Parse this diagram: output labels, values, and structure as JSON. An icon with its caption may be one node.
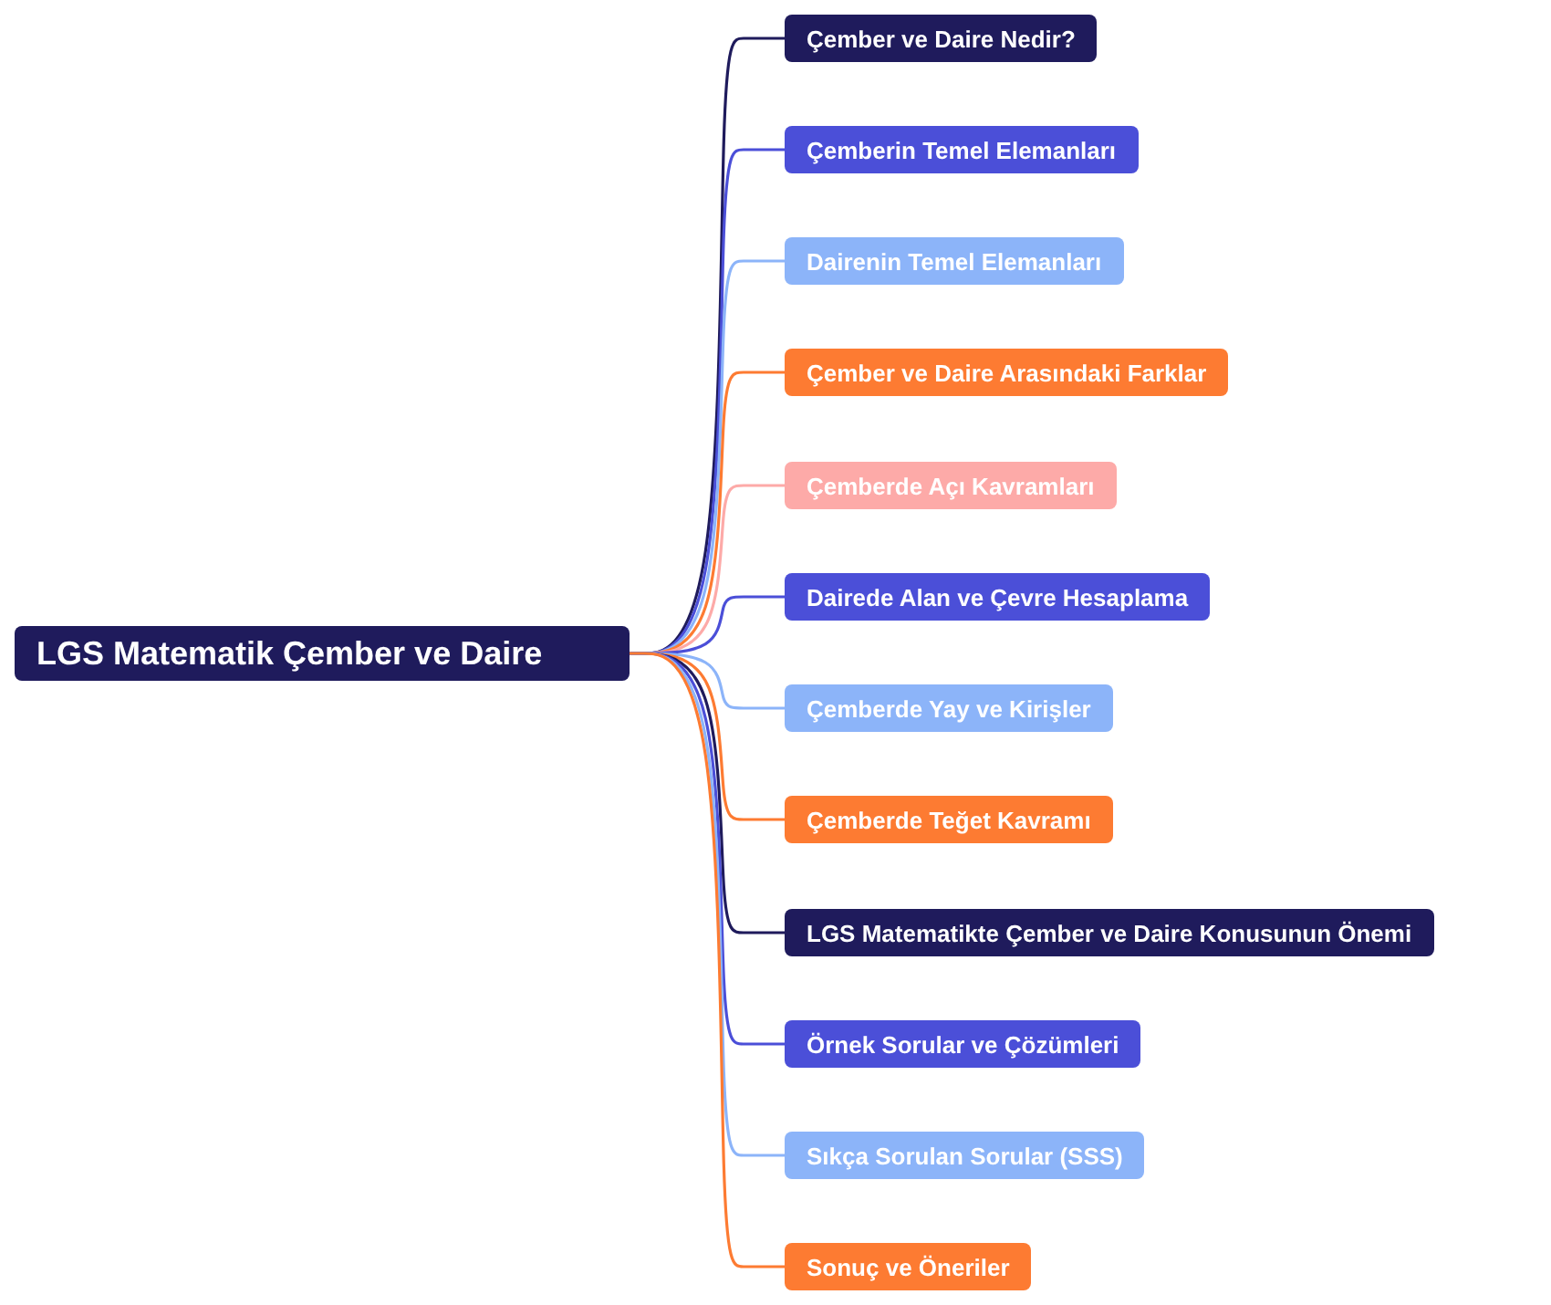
{
  "diagram": {
    "nodes": [
      {
        "text": [
          "LGS Matematik Çember ve Daire"
        ]
      },
      {
        "text": [
          "Çember ve Daire Nedir?"
        ]
      },
      {
        "text": [
          "Çemberin Temel Elemanları"
        ]
      },
      {
        "text": [
          "Dairenin Temel Elemanları"
        ]
      },
      {
        "text": [
          "Çember ve Daire Arasındaki Farklar"
        ]
      },
      {
        "text": [
          "Çemberde Açı Kavramları"
        ]
      },
      {
        "text": [
          "Dairede Alan ve Çevre Hesaplama"
        ]
      },
      {
        "text": [
          "Çemberde Yay ve Kirişler"
        ]
      },
      {
        "text": [
          "Çemberde Teğet Kavramı"
        ]
      },
      {
        "text": [
          "LGS Matematikte Çember ve Daire Konusunun Önemi"
        ]
      },
      {
        "text": [
          "Örnek Sorular ve Çözümleri"
        ]
      },
      {
        "text": [
          "Sıkça Sorulan Sorular (SSS)"
        ]
      },
      {
        "text": [
          "Sonuç ve Öneriler"
        ]
      }
    ],
    "edges": [
      {
        "from": 0,
        "to": 1,
        "arrow": "none",
        "color": "#1f1b5c"
      },
      {
        "from": 0,
        "to": 2,
        "arrow": "none",
        "color": "#4b4fd8"
      },
      {
        "from": 0,
        "to": 3,
        "arrow": "none",
        "color": "#8cb4f9"
      },
      {
        "from": 0,
        "to": 4,
        "arrow": "none",
        "color": "#fd7b32"
      },
      {
        "from": 0,
        "to": 5,
        "arrow": "none",
        "color": "#fdaaa8"
      },
      {
        "from": 0,
        "to": 6,
        "arrow": "none",
        "color": "#4b4fd8"
      },
      {
        "from": 0,
        "to": 7,
        "arrow": "none",
        "color": "#8cb4f9"
      },
      {
        "from": 0,
        "to": 8,
        "arrow": "none",
        "color": "#fd7b32"
      },
      {
        "from": 0,
        "to": 9,
        "arrow": "none",
        "color": "#1f1b5c"
      },
      {
        "from": 0,
        "to": 10,
        "arrow": "none",
        "color": "#4b4fd8"
      },
      {
        "from": 0,
        "to": 11,
        "arrow": "none",
        "color": "#8cb4f9"
      },
      {
        "from": 0,
        "to": 12,
        "arrow": "none",
        "color": "#fd7b32"
      }
    ]
  }
}
